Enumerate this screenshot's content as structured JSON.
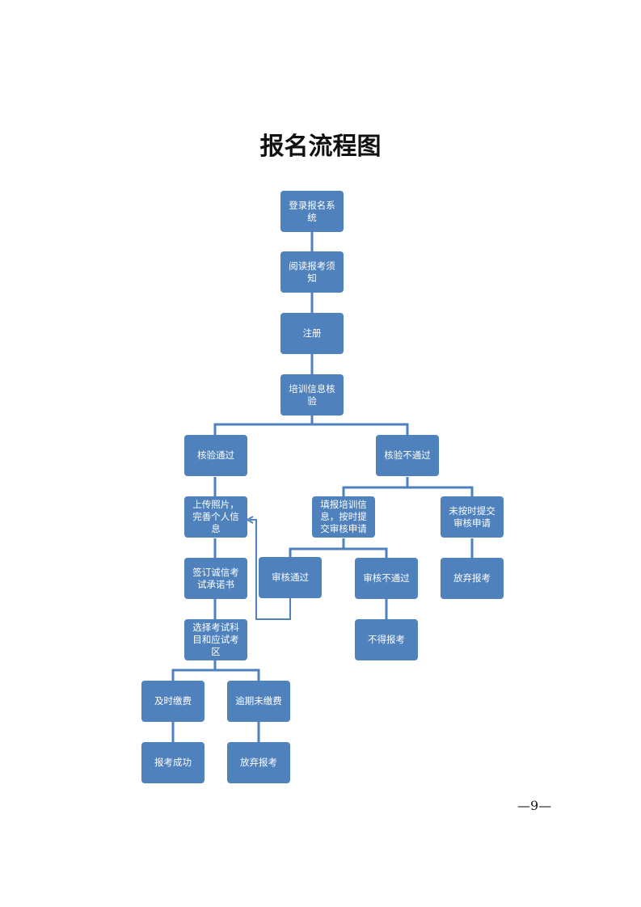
{
  "title": "报名流程图",
  "nodes": {
    "login": "登录报名系统",
    "read": "阅读报考须知",
    "register": "注册",
    "verify": "培训信息核验",
    "verify_pass": "核验通过",
    "verify_fail": "核验不通过",
    "upload": "上传照片，完善个人信息",
    "fill": "填报培训信息，按时提交审核申请",
    "late": "未按时提交审核申请",
    "sign": "签订诚信考试承诺书",
    "review_pass": "审核通过",
    "review_fail": "审核不通过",
    "give_up_1": "放弃报考",
    "choose": "选择考试科目和应试考区",
    "denied": "不得报考",
    "pay_on_time": "及时缴费",
    "pay_late": "逾期未缴费",
    "success": "报考成功",
    "give_up_2": "放弃报考"
  },
  "page_number": "—9—",
  "colors": {
    "box": "#4f81bd",
    "line": "#4f81bd"
  }
}
